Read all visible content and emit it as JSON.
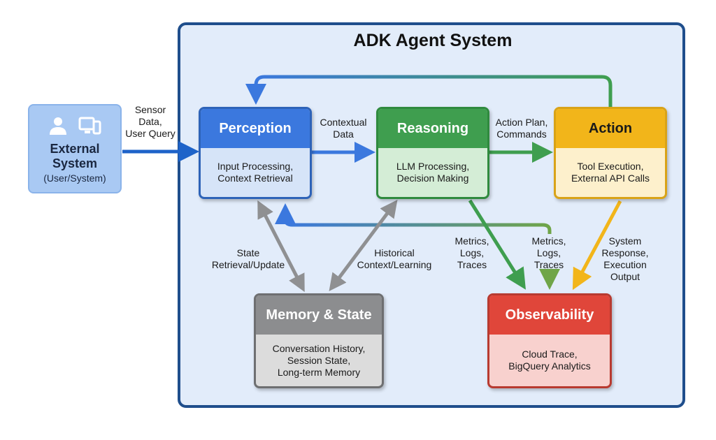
{
  "diagram": {
    "title": "ADK Agent System",
    "external": {
      "name": "External System",
      "name_line1": "External",
      "name_line2": "System",
      "subtitle": "(User/System)",
      "icons": [
        "user-icon",
        "devices-icon"
      ]
    },
    "components": {
      "perception": {
        "title": "Perception",
        "desc": "Input Processing,\nContext Retrieval",
        "color": "#3b78de",
        "body": "#d6e4f8"
      },
      "reasoning": {
        "title": "Reasoning",
        "desc": "LLM Processing,\nDecision Making",
        "color": "#3f9e4f",
        "body": "#d4edd6"
      },
      "action": {
        "title": "Action",
        "desc": "Tool Execution,\nExternal API Calls",
        "color": "#f2b51a",
        "body": "#fdf0cc"
      },
      "memory": {
        "title": "Memory & State",
        "desc": "Conversation History,\nSession State,\nLong-term Memory",
        "color": "#8c8d8f",
        "body": "#dcdcdc"
      },
      "observability": {
        "title": "Observability",
        "desc": "Cloud Trace,\nBigQuery Analytics",
        "color": "#e0463a",
        "body": "#f8d1ce"
      }
    },
    "edges": {
      "external_to_perception": "Sensor\nData,\nUser Query",
      "perception_to_reasoning": "Contextual\nData",
      "reasoning_to_action": "Action Plan,\nCommands",
      "perception_memory": "State\nRetrieval/Update",
      "reasoning_memory": "Historical\nContext/Learning",
      "reasoning_to_observability": "Metrics,\nLogs,\nTraces",
      "feedback_to_observability": "Metrics,\nLogs,\nTraces",
      "action_to_observability": "System\nResponse,\nExecution\nOutput"
    }
  }
}
